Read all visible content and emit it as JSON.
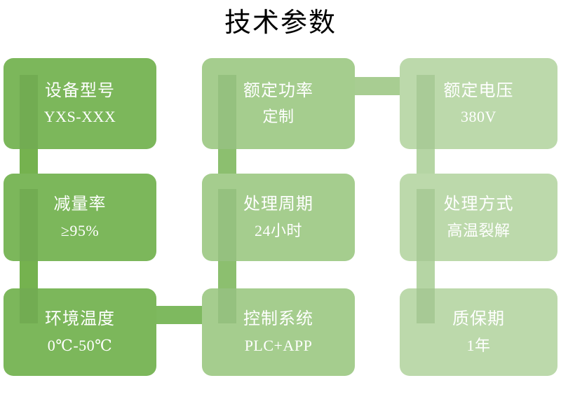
{
  "page": {
    "title": "技术参数",
    "background": "#ffffff",
    "type": "spec-grid-diagram"
  },
  "palette": {
    "column1": "#7cb75b",
    "column2": "#a5cd8e",
    "column3": "#bcd9ab",
    "connector_dark": "#75b24f",
    "connector_mid": "#a8cd92",
    "connector_light": "#c2dcb2",
    "text": "#ffffff",
    "title_text": "#000000"
  },
  "cards": [
    {
      "id": "model",
      "title": "设备型号",
      "value": "YXS-XXX",
      "row": 1,
      "col": 1
    },
    {
      "id": "rated-power",
      "title": "额定功率",
      "value": "定制",
      "row": 1,
      "col": 2
    },
    {
      "id": "rated-voltage",
      "title": "额定电压",
      "value": "380V",
      "row": 1,
      "col": 3
    },
    {
      "id": "reduction",
      "title": "减量率",
      "value": "≥95%",
      "row": 2,
      "col": 1
    },
    {
      "id": "cycle",
      "title": "处理周期",
      "value": "24小时",
      "row": 2,
      "col": 2
    },
    {
      "id": "method",
      "title": "处理方式",
      "value": "高温裂解",
      "row": 2,
      "col": 3
    },
    {
      "id": "ambient-temp",
      "title": "环境温度",
      "value": "0℃-50℃",
      "row": 3,
      "col": 1
    },
    {
      "id": "control",
      "title": "控制系统",
      "value": "PLC+APP",
      "row": 3,
      "col": 2
    },
    {
      "id": "warranty",
      "title": "质保期",
      "value": "1年",
      "row": 3,
      "col": 3
    }
  ],
  "connectors": [
    {
      "id": "col1-row1-row2",
      "orientation": "vertical",
      "from": "model",
      "to": "reduction"
    },
    {
      "id": "col1-row2-row3",
      "orientation": "vertical",
      "from": "reduction",
      "to": "ambient-temp"
    },
    {
      "id": "col2-row1-row2",
      "orientation": "vertical",
      "from": "rated-power",
      "to": "cycle"
    },
    {
      "id": "col2-row2-row3",
      "orientation": "vertical",
      "from": "cycle",
      "to": "control"
    },
    {
      "id": "col3-row1-row2",
      "orientation": "vertical",
      "from": "rated-voltage",
      "to": "method"
    },
    {
      "id": "col3-row2-row3",
      "orientation": "vertical",
      "from": "method",
      "to": "warranty"
    },
    {
      "id": "row1-col2-col3",
      "orientation": "horizontal",
      "from": "rated-power",
      "to": "rated-voltage"
    },
    {
      "id": "row3-col1-col2",
      "orientation": "horizontal",
      "from": "ambient-temp",
      "to": "control"
    }
  ]
}
